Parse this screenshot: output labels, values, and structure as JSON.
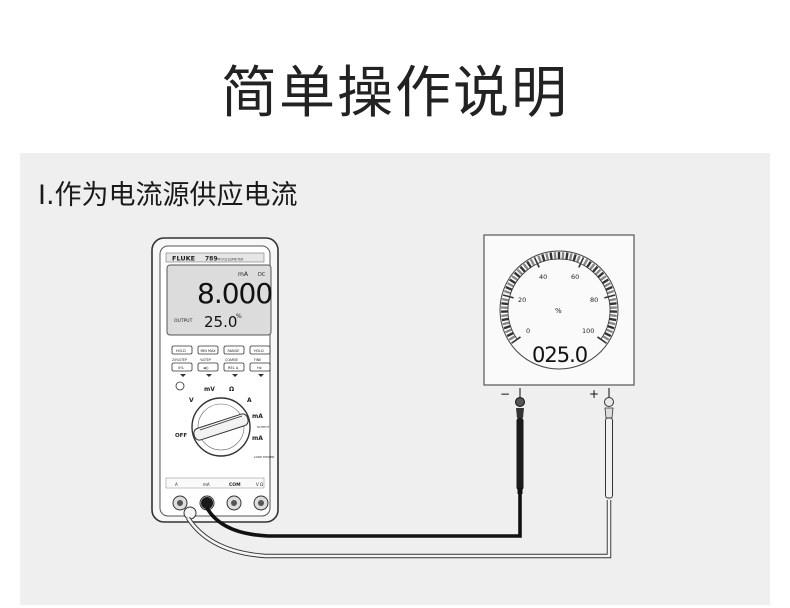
{
  "title": "简单操作说明",
  "section_heading": "I.作为电流源供应电流",
  "meter": {
    "brand": "FLUKE",
    "model": "789",
    "model_sub": "PROCESSMETER",
    "unit_ma": "mA",
    "unit_dc": "DC",
    "main_reading": "8.000",
    "output_label": "OUTPUT",
    "secondary_reading": "25.0",
    "percent_sign": "%",
    "buttons_row1": [
      "HOLD",
      "MIN MAX",
      "RANGE",
      "HOLD"
    ],
    "buttons_row2_labels": [
      "20%STEP",
      "%STEP",
      "COARSE",
      "FINE"
    ],
    "buttons_row2": [
      "0%",
      "◄))",
      "REL Δ",
      "Hz"
    ],
    "dial_labels": {
      "v": "V",
      "mv": "mV",
      "ohm": "Ω",
      "ma": "mA",
      "ma2": "mA",
      "off": "OFF",
      "output": "OUTPUT",
      "loop": "LOOP POWER",
      "a": "A"
    },
    "jack_labels": [
      "A",
      "mA",
      "COM",
      "V Ω"
    ]
  },
  "gauge": {
    "ticks": [
      "0",
      "20",
      "40",
      "60",
      "80",
      "100"
    ],
    "unit": "%",
    "reading": "025.0",
    "minus": "−",
    "plus": "+"
  },
  "colors": {
    "panel": "#efefef",
    "lead_black": "#1a1a1a",
    "lead_red": "#f4f4f4",
    "lcd": "#d9d9d9"
  }
}
